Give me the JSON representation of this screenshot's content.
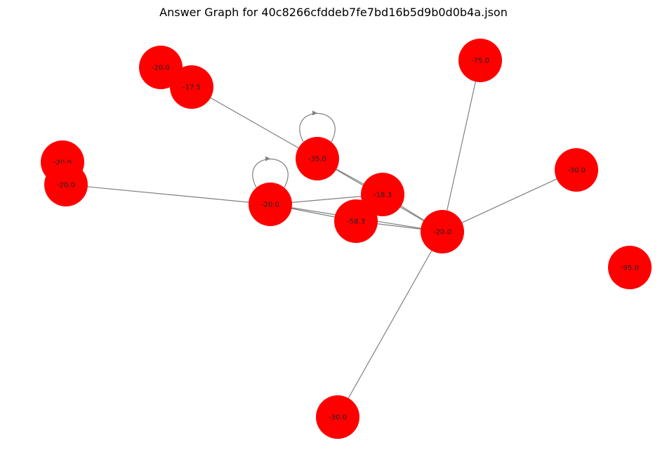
{
  "title": "Answer Graph for 40c8266cfddeb7fe7bd16b5d9b0d0b4a.json",
  "colors": {
    "node": "#ff0000",
    "edge": "#808080",
    "label": "#222222"
  },
  "nodes": [
    {
      "id": "n1",
      "label": "-20.0"
    },
    {
      "id": "n2",
      "label": "-17.5"
    },
    {
      "id": "n3",
      "label": "-75.0"
    },
    {
      "id": "n4",
      "label": "-35.0"
    },
    {
      "id": "n5",
      "label": "-20.0"
    },
    {
      "id": "n6",
      "label": "-20.0"
    },
    {
      "id": "n7",
      "label": "-20.0"
    },
    {
      "id": "n8",
      "label": "-18.3"
    },
    {
      "id": "n9",
      "label": "-58.3"
    },
    {
      "id": "n10",
      "label": "-20.0"
    },
    {
      "id": "n11",
      "label": "-30.0"
    },
    {
      "id": "n12",
      "label": "-95.0"
    },
    {
      "id": "n13",
      "label": "-30.0"
    }
  ],
  "edges": [
    {
      "source": "n2",
      "target": "n4"
    },
    {
      "source": "n4",
      "target": "n10"
    },
    {
      "source": "n4",
      "target": "n8"
    },
    {
      "source": "n4",
      "target": "n4"
    },
    {
      "source": "n6",
      "target": "n7"
    },
    {
      "source": "n7",
      "target": "n7"
    },
    {
      "source": "n7",
      "target": "n8"
    },
    {
      "source": "n7",
      "target": "n9"
    },
    {
      "source": "n7",
      "target": "n10"
    },
    {
      "source": "n8",
      "target": "n10"
    },
    {
      "source": "n9",
      "target": "n10"
    },
    {
      "source": "n3",
      "target": "n10"
    },
    {
      "source": "n11",
      "target": "n10"
    },
    {
      "source": "n13",
      "target": "n10"
    }
  ]
}
